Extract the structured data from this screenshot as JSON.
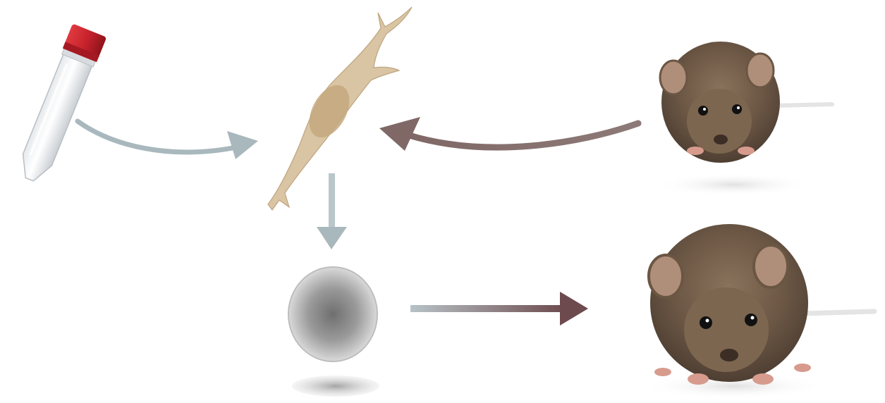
{
  "diagram": {
    "nodes": [
      {
        "id": "tube",
        "icon": "test-tube-icon"
      },
      {
        "id": "cell",
        "icon": "elongated-cell-icon"
      },
      {
        "id": "round_cell",
        "icon": "round-cell-icon"
      },
      {
        "id": "mouse_small",
        "icon": "mouse-icon"
      },
      {
        "id": "mouse_large",
        "icon": "mouse-icon"
      }
    ],
    "edges": [
      {
        "from": "tube",
        "to": "cell",
        "color": "#a9b8bd"
      },
      {
        "from": "mouse_small",
        "to": "cell",
        "color": "#8a7673"
      },
      {
        "from": "cell",
        "to": "round_cell",
        "color": "#a9b8bd"
      },
      {
        "from": "round_cell",
        "to": "mouse_large",
        "color": "#7a5a5c"
      }
    ]
  },
  "colors": {
    "tube_cap": "#c8232c",
    "cell_body": "#d9c4a3",
    "cell_nucleus": "#c4a87e",
    "round_cell": "#8e8e8e",
    "mouse_fur": "#6e5a48",
    "arrow_blue_gray": "#a9b8bd",
    "arrow_brown": "#7a5a5c"
  }
}
